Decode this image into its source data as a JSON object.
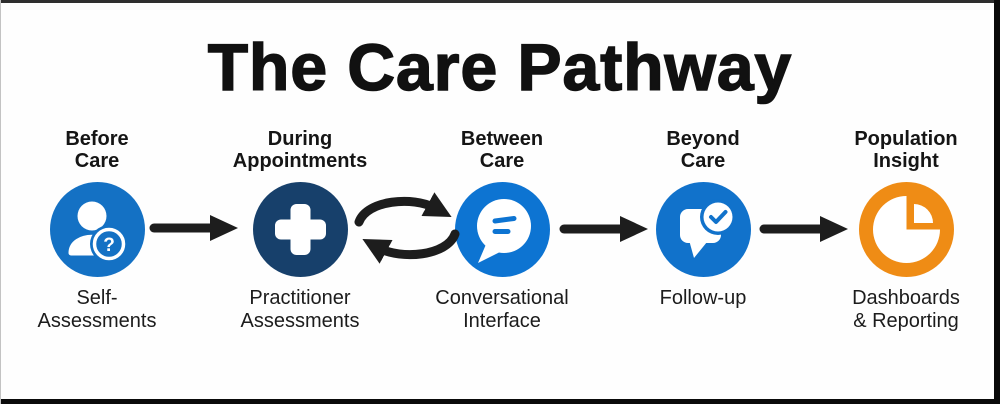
{
  "title": "The Care Pathway",
  "colors": {
    "stage1": "#1471c4",
    "stage2": "#17406b",
    "stage3": "#0d74d2",
    "stage4": "#1172cb",
    "stage5": "#ef8c15",
    "arrow": "#1d1d1d",
    "text": "#161616"
  },
  "question_mark": "?",
  "stages": [
    {
      "heading": "Before Care",
      "heading_lines": [
        "Before",
        "Care"
      ],
      "label": "Self-Assessments",
      "label_lines": [
        "Self-",
        "Assessments"
      ],
      "icon": "person-question-icon",
      "circle_color": "#1471c4"
    },
    {
      "heading": "During Appointments",
      "heading_lines": [
        "During",
        "Appointments"
      ],
      "label": "Practitioner Assessments",
      "label_lines": [
        "Practitioner",
        "Assessments"
      ],
      "icon": "medical-cross-icon",
      "circle_color": "#17406b"
    },
    {
      "heading": "Between Care",
      "heading_lines": [
        "Between",
        "Care"
      ],
      "label": "Conversational Interface",
      "label_lines": [
        "Conversational",
        "Interface"
      ],
      "icon": "chat-message-icon",
      "circle_color": "#0d74d2"
    },
    {
      "heading": "Beyond Care",
      "heading_lines": [
        "Beyond",
        "Care"
      ],
      "label": "Follow-up",
      "label_lines": [
        "Follow-up"
      ],
      "icon": "chat-check-icon",
      "circle_color": "#1172cb"
    },
    {
      "heading": "Population Insight",
      "heading_lines": [
        "Population",
        "Insight"
      ],
      "label": "Dashboards & Reporting",
      "label_lines": [
        "Dashboards",
        "& Reporting"
      ],
      "icon": "pie-chart-icon",
      "circle_color": "#ef8c15"
    }
  ],
  "connectors": [
    {
      "type": "arrow-right",
      "from": "Before Care",
      "to": "During Appointments"
    },
    {
      "type": "cycle",
      "from": "During Appointments",
      "to": "Between Care"
    },
    {
      "type": "arrow-right",
      "from": "Between Care",
      "to": "Beyond Care"
    },
    {
      "type": "arrow-right",
      "from": "Beyond Care",
      "to": "Population Insight"
    }
  ]
}
